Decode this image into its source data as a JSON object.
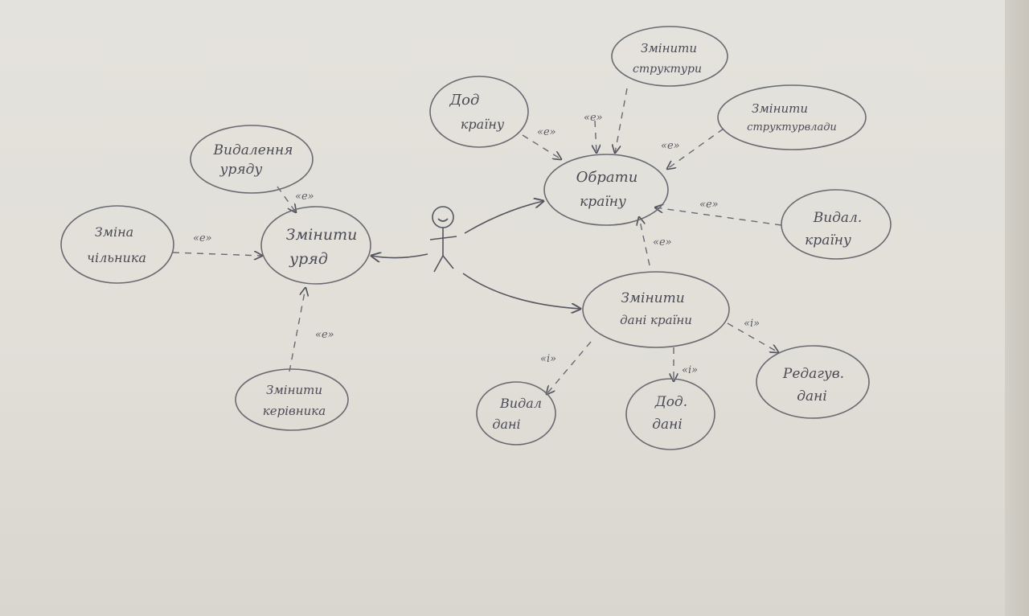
{
  "use_cases": [
    {
      "id": "vydalennia_uriadu",
      "lines": [
        "Видалення",
        "уряду"
      ]
    },
    {
      "id": "zminyty_uriad",
      "lines": [
        "Змінити",
        "уряд"
      ]
    },
    {
      "id": "zmina_chyselnyku",
      "lines": [
        "Зміна",
        "чільника"
      ]
    },
    {
      "id": "zminyty_kerivnyka",
      "lines": [
        "Змінити",
        "керівника"
      ]
    },
    {
      "id": "dod_krainu",
      "lines": [
        "Дод",
        "країну"
      ]
    },
    {
      "id": "zminyty_shtruktury",
      "lines": [
        "Змінити",
        "структури"
      ]
    },
    {
      "id": "zminyty_strukturu_vlady",
      "lines": [
        "Змінити",
        "структурвлади"
      ]
    },
    {
      "id": "obraty_krainu",
      "lines": [
        "Обрати",
        "країну"
      ]
    },
    {
      "id": "vydal_krainu",
      "lines": [
        "Видал.",
        "країну"
      ]
    },
    {
      "id": "zminyty_dani_krainy",
      "lines": [
        "Змінити",
        "дані країни"
      ]
    },
    {
      "id": "vydal_dani",
      "lines": [
        "Видал",
        "дані"
      ]
    },
    {
      "id": "dod_dani",
      "lines": [
        "Дод.",
        "дані"
      ]
    },
    {
      "id": "redaguv_dani",
      "lines": [
        "Редагув.",
        "дані"
      ]
    }
  ],
  "relations": [
    {
      "label": "«e»"
    },
    {
      "label": "«e»"
    },
    {
      "label": "«e»"
    },
    {
      "label": "«e»"
    },
    {
      "label": "«e»"
    },
    {
      "label": "«e»"
    },
    {
      "label": "«e»"
    },
    {
      "label": "«e»"
    },
    {
      "label": "«i»"
    },
    {
      "label": "«i»"
    },
    {
      "label": "«i»"
    }
  ],
  "colors": {
    "ink": "#55555f",
    "paper": "#e2e0da"
  }
}
